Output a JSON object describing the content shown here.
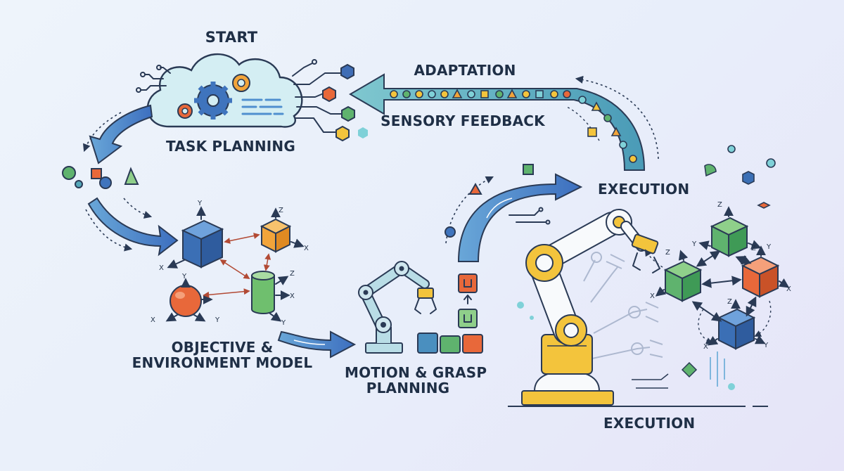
{
  "labels": {
    "start": "START",
    "task_planning": "TASK PLANNING",
    "adaptation": "ADAPTATION",
    "sensory_feedback": "SENSORY FEEDBACK",
    "execution_top": "EXECUTION",
    "execution_bottom": "EXECUTION",
    "objective_model": [
      "OBJECTIVE &",
      "ENVIRONMENT MODEL"
    ],
    "motion_planning": [
      "MOTION & GRASP",
      "PLANNING"
    ]
  },
  "axes": {
    "x": "X",
    "y": "Y",
    "z": "Z"
  },
  "colors": {
    "text": "#1f2f46",
    "arrow_blue": "#4a7ec2",
    "arrow_teal": "#55a8b9",
    "cloud": "#d4eef3",
    "cube_blue": "#3b6fb5",
    "cube_orange": "#f2a43a",
    "cube_green": "#5fb36e",
    "sphere_orange": "#e8683a",
    "cylinder_green": "#8fcf8a",
    "arm_yellow": "#f3c43c",
    "arm_white": "#f8fafc"
  },
  "icons": [
    "gear-icon",
    "cloud-icon",
    "robot-arm-icon",
    "gripper-icon",
    "cube-icon",
    "sphere-icon",
    "cylinder-icon",
    "hexagon-icon"
  ]
}
